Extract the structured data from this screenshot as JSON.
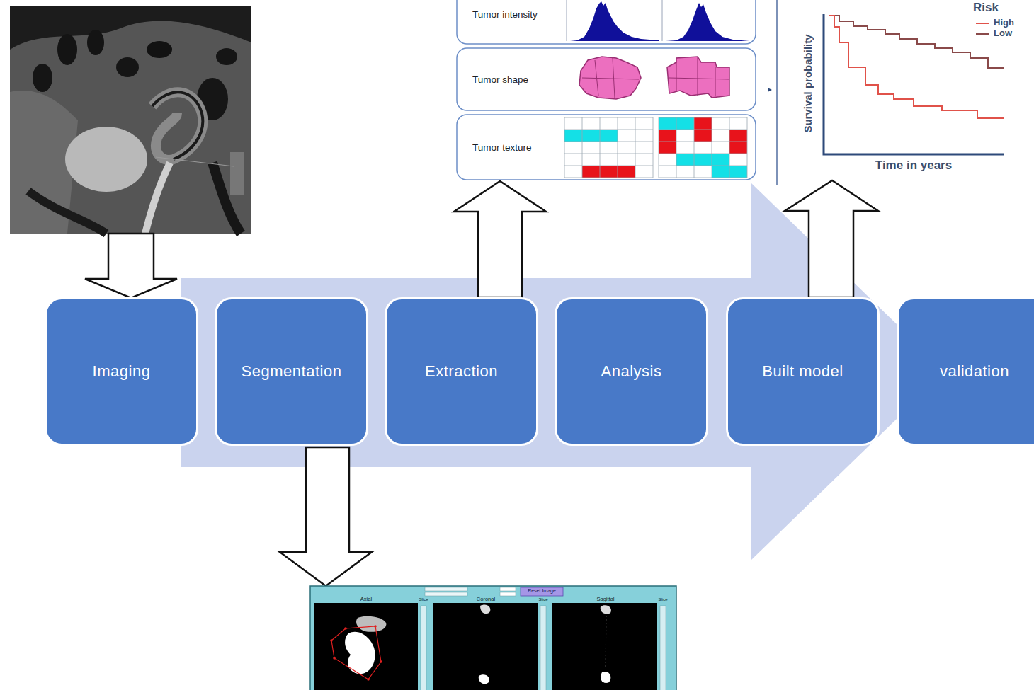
{
  "diagram": {
    "nodes": [
      {
        "text": [
          "Tumor intensity"
        ]
      },
      {
        "text": [
          "Tumor shape"
        ]
      },
      {
        "text": [
          "Tumor texture"
        ]
      },
      {
        "text": [
          "Imaging"
        ]
      },
      {
        "text": [
          "Segmentation"
        ]
      },
      {
        "text": [
          "Extraction"
        ]
      },
      {
        "text": [
          "Analysis"
        ]
      },
      {
        "text": [
          "Built model"
        ]
      },
      {
        "text": [
          "validation"
        ]
      }
    ],
    "edges": [
      {
        "from": 5,
        "to": 2,
        "arrow": "to"
      }
    ],
    "labels": [
      "Risk",
      "Survival probability",
      "Time in years",
      "Reset Image",
      "Axial",
      "Slice",
      "Coronal",
      "Slice",
      "Sagittal",
      "Slice"
    ],
    "legend": [
      {
        "text": "High"
      },
      {
        "text": "Low"
      }
    ]
  }
}
